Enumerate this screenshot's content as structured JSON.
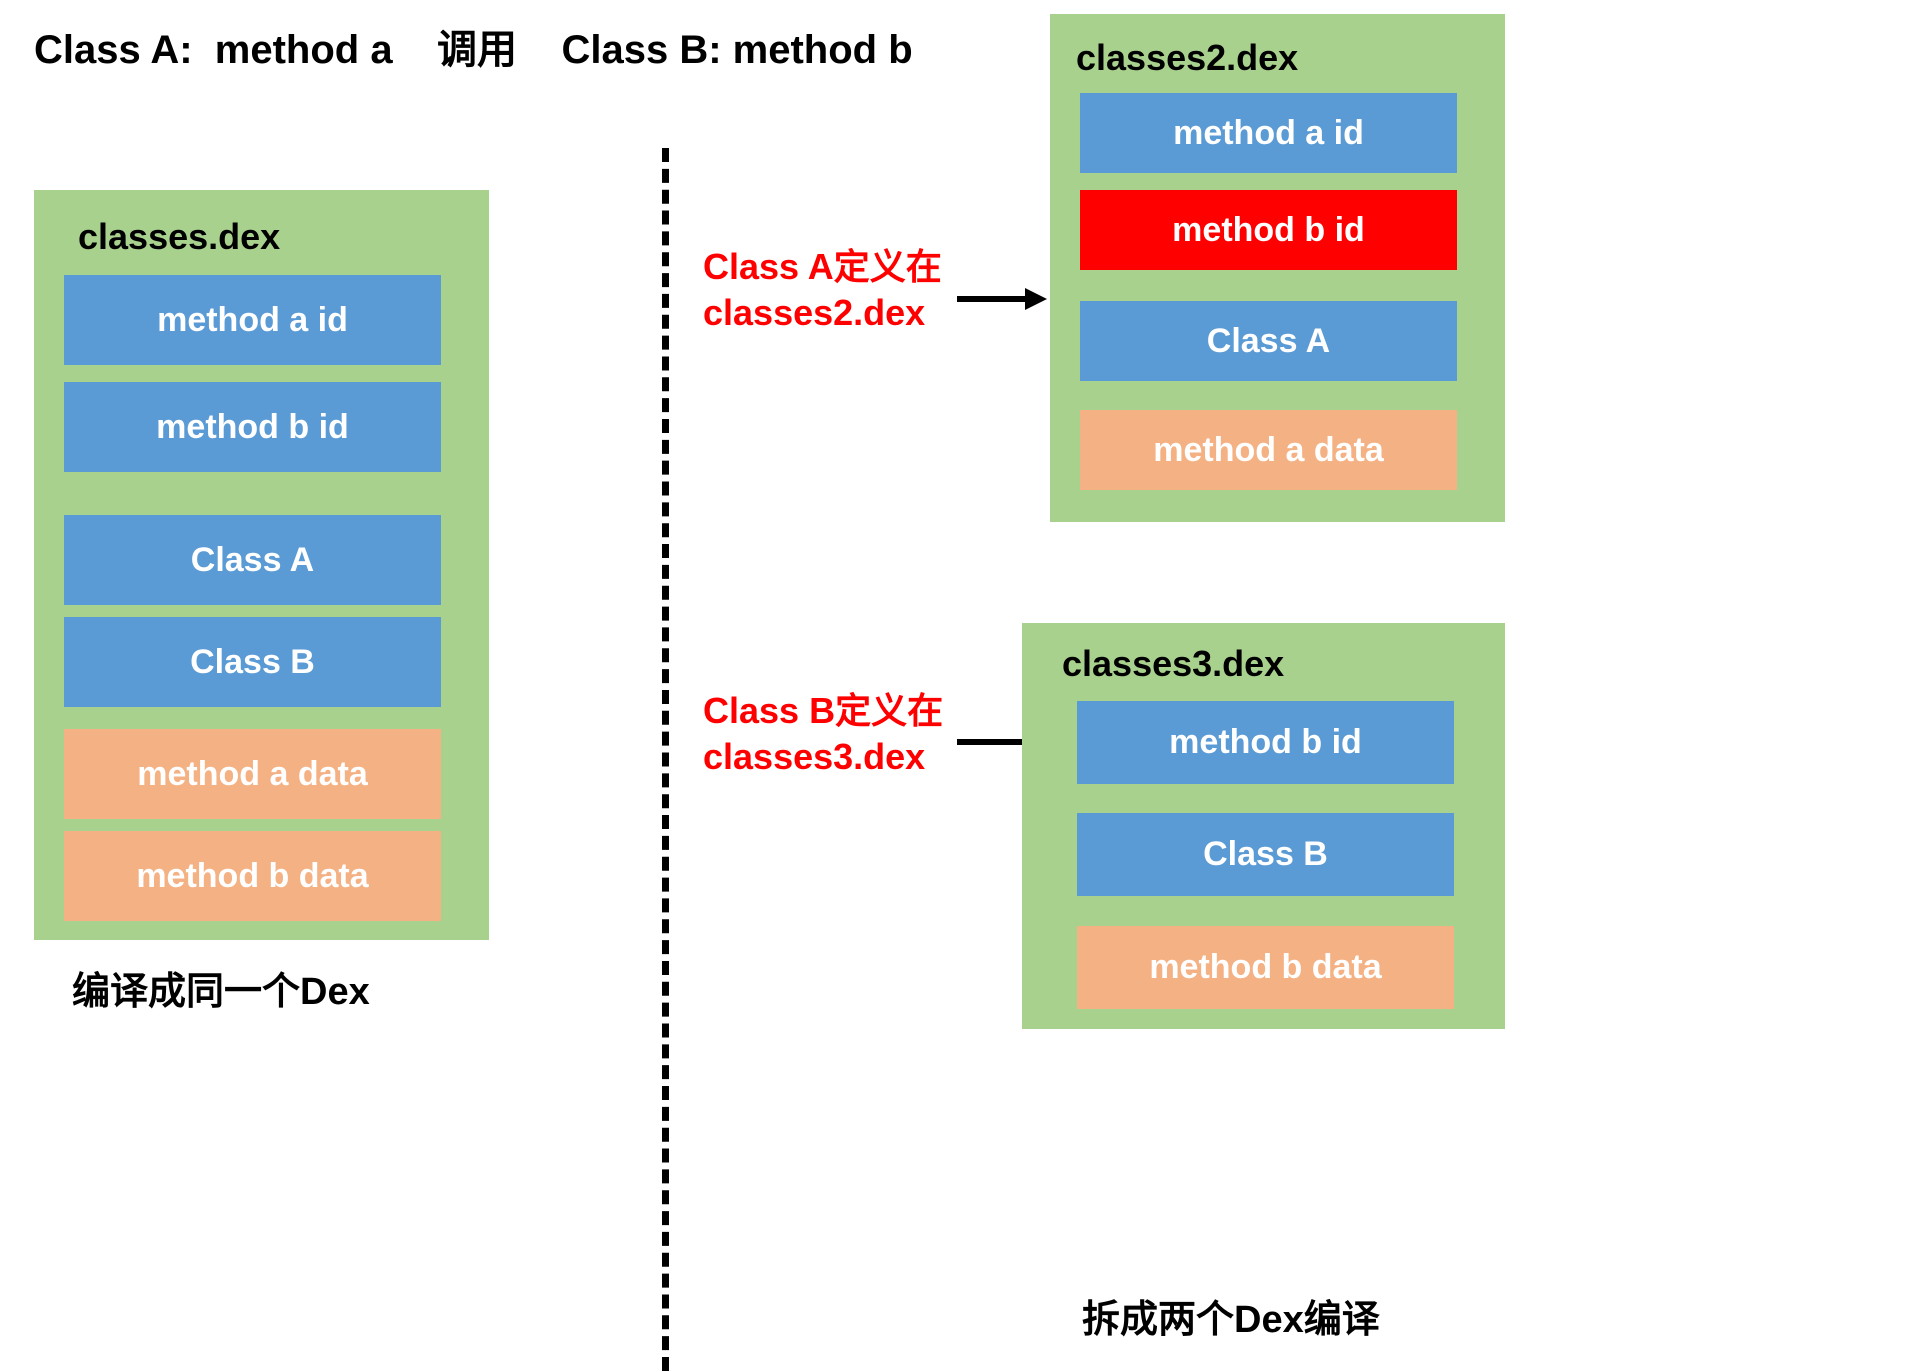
{
  "header": {
    "title": "Class A:  method a    调用    Class B: method b"
  },
  "divider": {
    "style": "dashed-vertical"
  },
  "left": {
    "panel": {
      "name": "classes-dex-panel",
      "title": "classes.dex",
      "fill": "#A9D18E",
      "rows": [
        {
          "label": "method a id",
          "kind": "blue",
          "fill": "#5B9BD5"
        },
        {
          "label": "method b id",
          "kind": "blue",
          "fill": "#5B9BD5"
        },
        {
          "label": "Class A",
          "kind": "blue",
          "fill": "#5B9BD5"
        },
        {
          "label": "Class B",
          "kind": "blue",
          "fill": "#5B9BD5"
        },
        {
          "label": "method a data",
          "kind": "orange",
          "fill": "#F4B183"
        },
        {
          "label": "method b data",
          "kind": "orange",
          "fill": "#F4B183"
        }
      ]
    },
    "caption": "编译成同一个Dex"
  },
  "annotations": [
    {
      "name": "class-a-annotation",
      "line1": "Class A定义在",
      "line2": "classes2.dex",
      "color": "#FF0000"
    },
    {
      "name": "class-b-annotation",
      "line1": "Class B定义在",
      "line2": "classes3.dex",
      "color": "#FF0000"
    }
  ],
  "right": {
    "panels": [
      {
        "name": "classes2-dex-panel",
        "title": "classes2.dex",
        "fill": "#A9D18E",
        "rows": [
          {
            "label": "method a id",
            "kind": "blue",
            "fill": "#5B9BD5"
          },
          {
            "label": "method b id",
            "kind": "red",
            "fill": "#FF0000"
          },
          {
            "label": "Class A",
            "kind": "blue",
            "fill": "#5B9BD5"
          },
          {
            "label": "method a data",
            "kind": "orange",
            "fill": "#F4B183"
          }
        ]
      },
      {
        "name": "classes3-dex-panel",
        "title": "classes3.dex",
        "fill": "#A9D18E",
        "rows": [
          {
            "label": "method b id",
            "kind": "blue",
            "fill": "#5B9BD5"
          },
          {
            "label": "Class B",
            "kind": "blue",
            "fill": "#5B9BD5"
          },
          {
            "label": "method b data",
            "kind": "orange",
            "fill": "#F4B183"
          }
        ]
      }
    ],
    "caption": "拆成两个Dex编译"
  }
}
